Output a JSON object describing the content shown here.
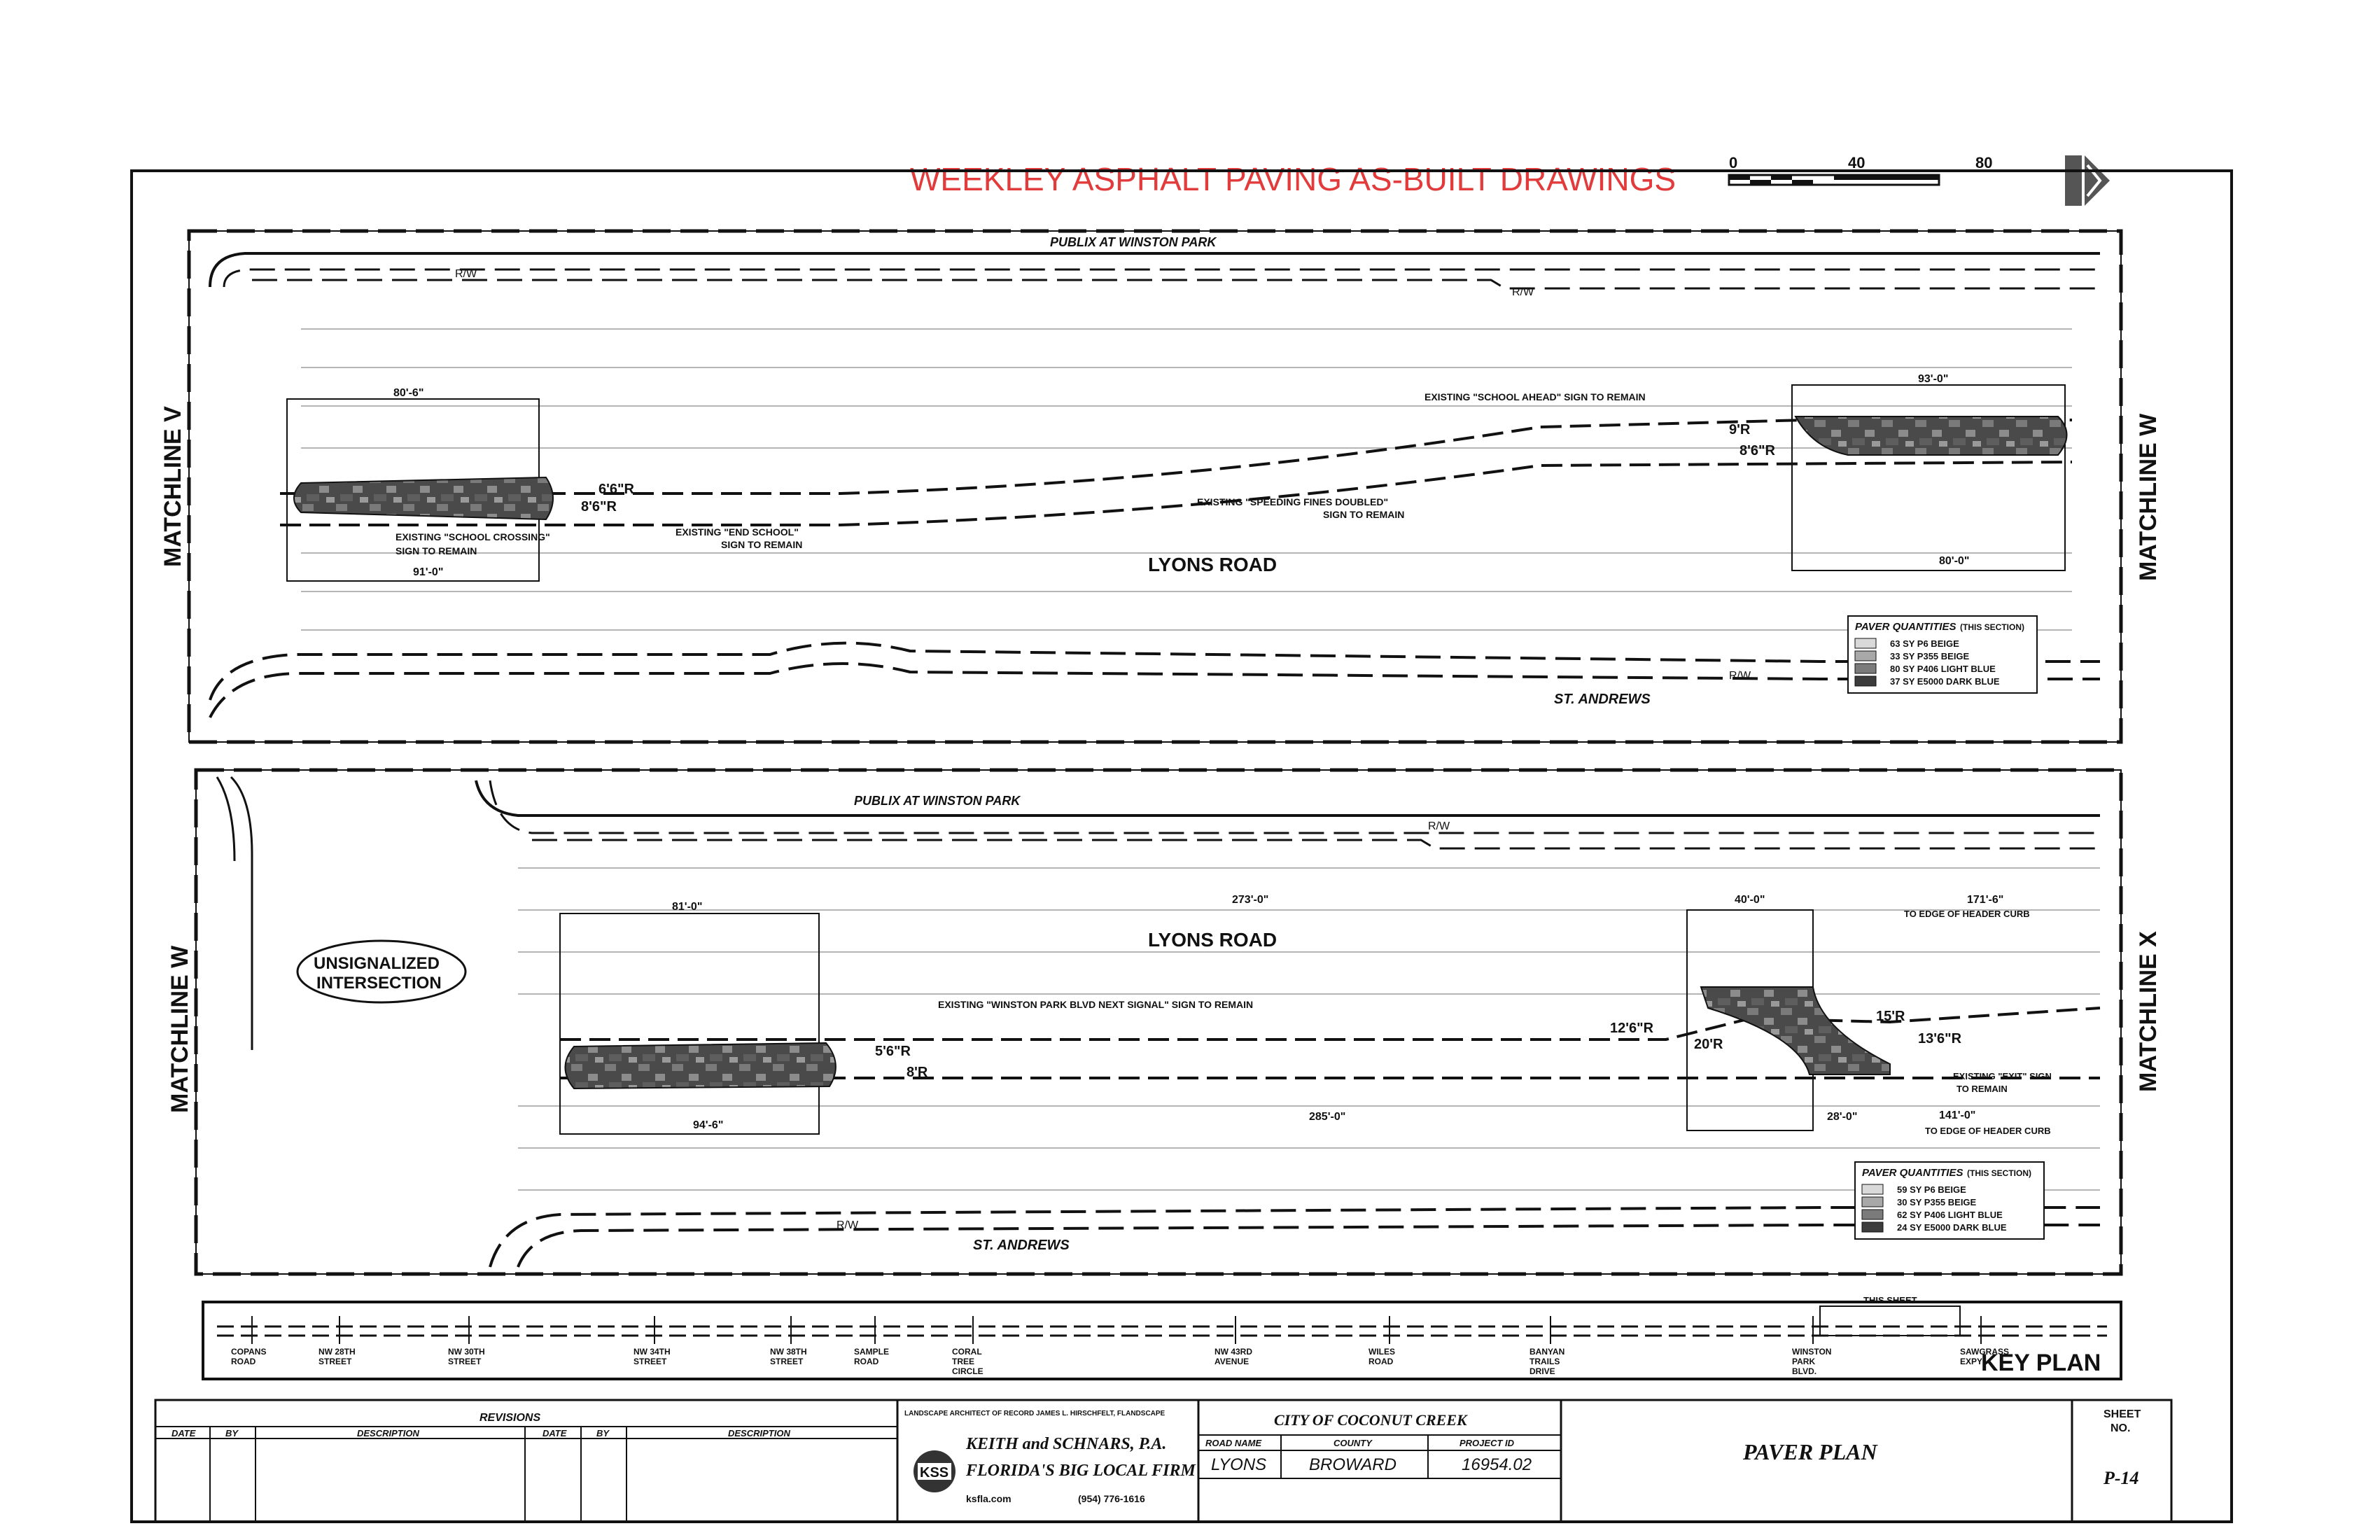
{
  "header": {
    "title": "WEEKLEY ASPHALT PAVING AS-BUILT DRAWINGS",
    "title_color": "#e23b3b",
    "scale": {
      "ticks": [
        "0",
        "40",
        "80"
      ]
    },
    "north_arrow_icon": "north-arrow-icon"
  },
  "upper_panel": {
    "matchline_left": "MATCHLINE V",
    "matchline_right": "MATCHLINE W",
    "north_road": "PUBLIX AT WINSTON PARK",
    "main_road": "LYONS ROAD",
    "south_road": "ST. ANDREWS",
    "rw": [
      "R/W",
      "R/W",
      "R/W"
    ],
    "dims": {
      "left_top": "80'-6\"",
      "left_bottom": "91'-0\"",
      "right_top": "93'-0\"",
      "right_bottom": "80'-0\""
    },
    "radii": {
      "left_1": "6'6\"R",
      "left_2": "8'6\"R",
      "right_1": "9'R",
      "right_2": "8'6\"R"
    },
    "notes": {
      "school_crossing": [
        "EXISTING \"SCHOOL CROSSING\"",
        "SIGN TO REMAIN"
      ],
      "end_school": [
        "EXISTING \"END SCHOOL\"",
        "SIGN TO REMAIN"
      ],
      "speeding_fines": [
        "EXISTING \"SPEEDING FINES DOUBLED\"",
        "SIGN TO REMAIN"
      ],
      "school_ahead": "EXISTING \"SCHOOL AHEAD\" SIGN TO REMAIN"
    },
    "quantities": {
      "title": "PAVER QUANTITIES",
      "subtitle": "(THIS SECTION)",
      "rows": [
        "63 SY  P6 BEIGE",
        "33 SY  P355 BEIGE",
        "80 SY  P406 LIGHT BLUE",
        "37 SY  E5000 DARK BLUE"
      ]
    }
  },
  "lower_panel": {
    "matchline_left": "MATCHLINE W",
    "matchline_right": "MATCHLINE X",
    "north_road": "PUBLIX AT WINSTON PARK",
    "main_road": "LYONS ROAD",
    "south_road": "ST. ANDREWS",
    "rw": [
      "R/W",
      "R/W"
    ],
    "intersection_label": [
      "UNSIGNALIZED",
      "INTERSECTION"
    ],
    "dims": {
      "d1": "81'-0\"",
      "d2": "273'-0\"",
      "d3": "40'-0\"",
      "d4": "171'-6\"",
      "d5": "94'-6\"",
      "d6": "285'-0\"",
      "d7": "28'-0\"",
      "d8": "141'-0\""
    },
    "to_edge_top": "TO EDGE OF HEADER CURB",
    "to_edge_bottom": "TO EDGE OF HEADER CURB",
    "radii": {
      "r1": "5'6\"R",
      "r2": "8'R",
      "r3": "12'6\"R",
      "r4": "20'R",
      "r5": "15'R",
      "r6": "13'6\"R"
    },
    "notes": {
      "winston_signal": "EXISTING \"WINSTON PARK BLVD NEXT SIGNAL\" SIGN TO REMAIN",
      "exit_sign": [
        "EXISTING \"EXIT\" SIGN",
        "TO REMAIN"
      ]
    },
    "quantities": {
      "title": "PAVER QUANTITIES",
      "subtitle": "(THIS SECTION)",
      "rows": [
        "59 SY  P6 BEIGE",
        "30 SY  P355 BEIGE",
        "62 SY  P406 LIGHT BLUE",
        "24 SY  E5000 DARK BLUE"
      ]
    }
  },
  "key_plan": {
    "title": "KEY PLAN",
    "this_sheet": "THIS SHEET",
    "streets": [
      [
        "COPANS",
        "ROAD"
      ],
      [
        "NW 28TH",
        "STREET"
      ],
      [
        "NW 30TH",
        "STREET"
      ],
      [
        "NW 34TH",
        "STREET"
      ],
      [
        "NW 38TH",
        "STREET"
      ],
      [
        "SAMPLE",
        "ROAD"
      ],
      [
        "CORAL",
        "TREE",
        "CIRCLE"
      ],
      [
        "NW 43RD",
        "AVENUE"
      ],
      [
        "WILES",
        "ROAD"
      ],
      [
        "BANYAN",
        "TRAILS",
        "DRIVE"
      ],
      [
        "WINSTON",
        "PARK",
        "BLVD."
      ],
      [
        "SAWGRASS",
        "EXPY"
      ]
    ]
  },
  "title_block": {
    "revisions": "REVISIONS",
    "rev_headers": [
      "DATE",
      "BY",
      "DESCRIPTION",
      "DATE",
      "BY",
      "DESCRIPTION"
    ],
    "firm_note": "LANDSCAPE ARCHITECT OF RECORD JAMES L. HIRSCHFELT, FLANDSCAPE",
    "firm_logo": "KSS",
    "firm_name": "KEITH and SCHNARS, P.A.",
    "firm_tag": "FLORIDA'S BIG LOCAL FIRM",
    "firm_web": "ksfla.com",
    "firm_phone": "(954) 776-1616",
    "client": "CITY OF COCONUT CREEK",
    "col_labels": [
      "ROAD NAME",
      "COUNTY",
      "PROJECT ID"
    ],
    "road_name": "LYONS",
    "county": "BROWARD",
    "project_id": "16954.02",
    "sheet_title": "PAVER PLAN",
    "sheet_label": [
      "SHEET",
      "NO."
    ],
    "sheet_no": "P-14"
  },
  "legend_colors": {
    "p6_beige": "#d9d9d9",
    "p355_beige": "#a8a8a8",
    "p406_light_blue": "#7b7b7b",
    "e5000_dark_blue": "#3c3c3c"
  }
}
